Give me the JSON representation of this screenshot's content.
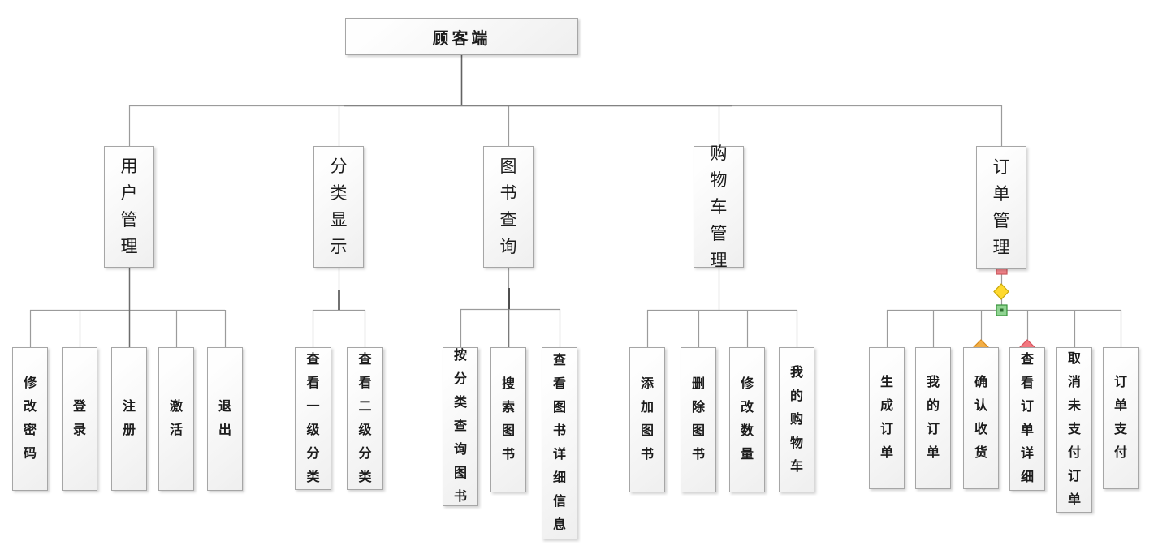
{
  "diagram": {
    "root": {
      "label": "顾客端"
    },
    "branches": [
      {
        "label": "用户管理",
        "children": [
          {
            "label": "修改密码"
          },
          {
            "label": "登录"
          },
          {
            "label": "注册"
          },
          {
            "label": "激活"
          },
          {
            "label": "退出"
          }
        ]
      },
      {
        "label": "分类显示",
        "children": [
          {
            "label": "查看一级分类"
          },
          {
            "label": "查看二级分类"
          }
        ]
      },
      {
        "label": "图书查询",
        "children": [
          {
            "label": "按分类查询图书"
          },
          {
            "label": "搜索图书"
          },
          {
            "label": "查看图书详细信息"
          }
        ]
      },
      {
        "label": "购物车管理",
        "children": [
          {
            "label": "添加图书"
          },
          {
            "label": "删除图书"
          },
          {
            "label": "修改数量"
          },
          {
            "label": "我的购物车"
          }
        ]
      },
      {
        "label": "订单管理",
        "children": [
          {
            "label": "生成订单"
          },
          {
            "label": "我的订单"
          },
          {
            "label": "确认收货"
          },
          {
            "label": "查看订单详细"
          },
          {
            "label": "取消未支付订单"
          },
          {
            "label": "订单支付"
          }
        ]
      }
    ],
    "handles": {
      "red_square_fill": "#f3858b",
      "red_square_stroke": "#c9565c",
      "yellow_diamond_fill": "#ffd92e",
      "yellow_diamond_stroke": "#c9a80a",
      "green_square_fill": "#90d492",
      "green_square_stroke": "#35913a",
      "green_square_dot": "#2c6e2f",
      "orange_diamond_fill": "#f3ae45",
      "orange_diamond_stroke": "#d88a1a",
      "pink_diamond_fill": "#f3777f",
      "pink_diamond_stroke": "#d4545e"
    },
    "colors": {
      "line": "#9b9b9b",
      "line_dark": "#4f4f4f",
      "box_border": "#a6a6a6",
      "text": "#1c1c1c"
    }
  }
}
